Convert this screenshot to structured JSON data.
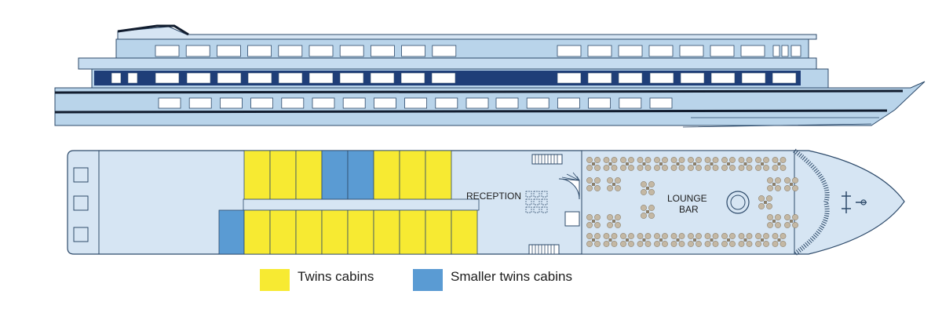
{
  "colors": {
    "hull": "#b9d4ea",
    "hull_light": "#d6e5f3",
    "outline": "#2d4a6a",
    "window": "#ffffff",
    "window_dark": "#1f3e78",
    "stripe": "#111c2e",
    "twin": "#f7ea32",
    "smaller_twin": "#5a9bd3",
    "furniture": "#c4b8a4",
    "furniture_dark": "#8c7f6a"
  },
  "labels": {
    "reception": "RECEPTION",
    "lounge_line1": "LOUNGE",
    "lounge_line2": "BAR"
  },
  "legend": [
    {
      "label": "Twins cabins",
      "color": "#f7ea32"
    },
    {
      "label": "Smaller twins cabins",
      "color": "#5a9bd3"
    }
  ],
  "cabins": {
    "top_row": [
      "twin",
      "twin",
      "twin",
      "smaller_twin",
      "smaller_twin",
      "twin",
      "twin",
      "twin"
    ],
    "bottom_row": [
      "smaller_twin",
      "twin",
      "twin",
      "twin",
      "twin",
      "twin",
      "twin",
      "twin",
      "twin",
      "twin"
    ]
  }
}
